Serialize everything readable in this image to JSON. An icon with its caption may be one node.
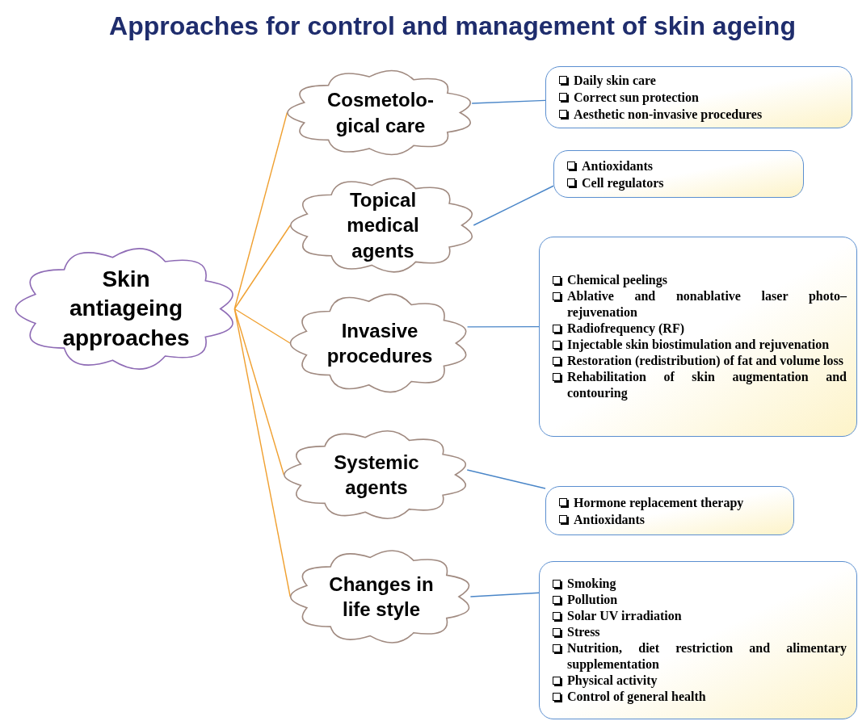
{
  "diagram": {
    "title": "Approaches for control and management of skin ageing",
    "nodes": [
      {
        "text": [
          "Skin antiageing approaches"
        ]
      },
      {
        "text": [
          "Cosmetolo- gical care"
        ]
      },
      {
        "text": [
          "Topical medical agents"
        ]
      },
      {
        "text": [
          "Invasive procedures"
        ]
      },
      {
        "text": [
          "Systemic agents"
        ]
      },
      {
        "text": [
          "Changes in life style"
        ]
      },
      {
        "text": [
          "Daily skin care",
          "Correct sun protection",
          "Aesthetic non-invasive procedures"
        ]
      },
      {
        "text": [
          "Antioxidants",
          "Cell regulators"
        ]
      },
      {
        "text": [
          "Chemical peelings",
          "Ablative and nonablative laser photo– rejuvenation",
          "Radiofrequency (RF)",
          "Injectable skin biostimulation and rejuvenation",
          "Restoration (redistribution) of fat and volume loss",
          "Rehabilitation of skin augmentation and contouring"
        ]
      },
      {
        "text": [
          "Hormone replacement therapy",
          "Antioxidants"
        ]
      },
      {
        "text": [
          "Smoking",
          "Pollution",
          "Solar UV irradiation",
          "Stress",
          "Nutrition, diet restriction and alimentary supplementation",
          "Physical activity",
          "Control of general health"
        ]
      }
    ],
    "edges": [
      {
        "from": 0,
        "to": 1,
        "arrow": "none",
        "color": "#f0a030"
      },
      {
        "from": 0,
        "to": 2,
        "arrow": "none",
        "color": "#f0a030"
      },
      {
        "from": 0,
        "to": 3,
        "arrow": "none",
        "color": "#f0a030"
      },
      {
        "from": 0,
        "to": 4,
        "arrow": "none",
        "color": "#f0a030"
      },
      {
        "from": 0,
        "to": 5,
        "arrow": "none",
        "color": "#f0a030"
      },
      {
        "from": 1,
        "to": 6,
        "arrow": "none",
        "color": "#4a86c8"
      },
      {
        "from": 2,
        "to": 7,
        "arrow": "none",
        "color": "#4a86c8"
      },
      {
        "from": 3,
        "to": 8,
        "arrow": "none",
        "color": "#4a86c8"
      },
      {
        "from": 4,
        "to": 9,
        "arrow": "none",
        "color": "#4a86c8"
      },
      {
        "from": 5,
        "to": 10,
        "arrow": "none",
        "color": "#4a86c8"
      }
    ]
  }
}
